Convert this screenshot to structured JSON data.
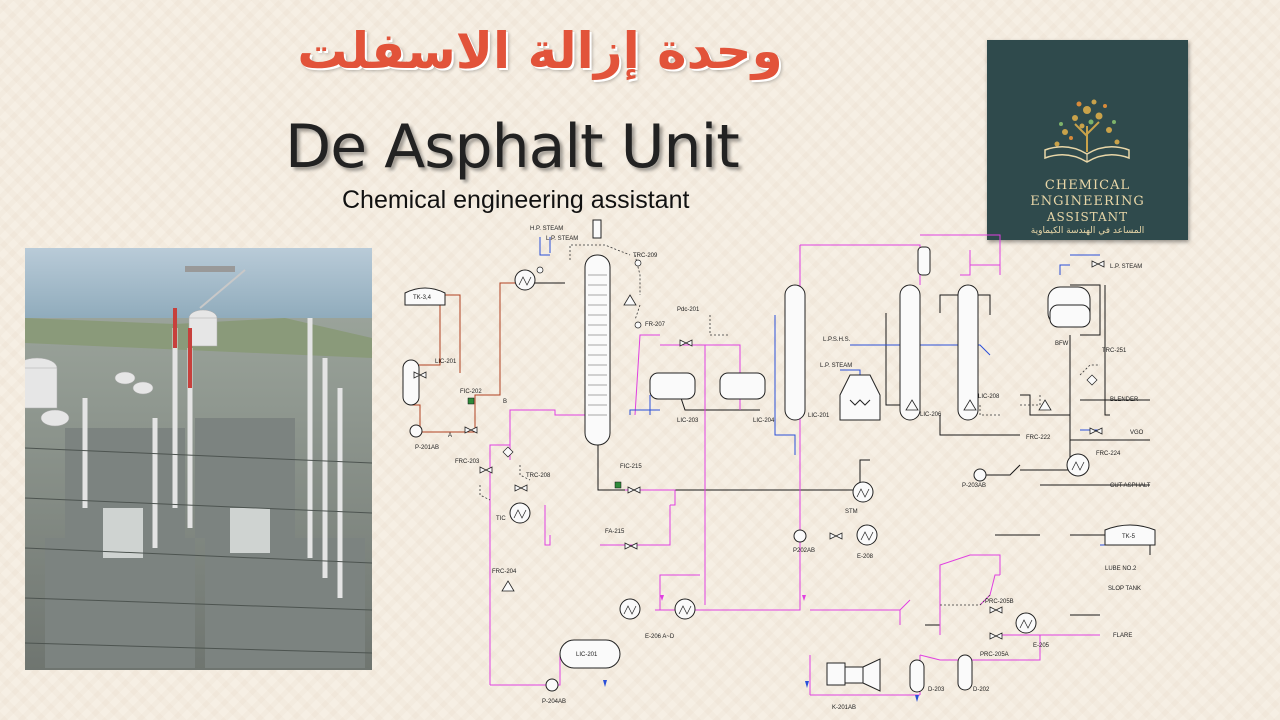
{
  "header": {
    "arabic_title": "وحدة إزالة الاسفلت",
    "english_title": "De Asphalt Unit",
    "subtitle": "Chemical engineering assistant"
  },
  "logo": {
    "line1": "CHEMICAL",
    "line2": "ENGINEERING",
    "line3": "ASSISTANT",
    "arabic": "المساعد في الهندسة الكيماوية",
    "icon": "open-book-tree-icon"
  },
  "photo": {
    "subject": "refinery-aerial-photo"
  },
  "pid_labels": {
    "tk34": "TK-3,4",
    "lic201": "LIC-201",
    "fic202": "FIC-202",
    "b": "B",
    "a": "A",
    "p201ab": "P-201AB",
    "frc203": "FRC-203",
    "trc208": "TRC-208",
    "tic": "TIC",
    "frc204": "FRC-204",
    "lic201b": "LIC-201",
    "p204ab": "P-204AB",
    "hp_steam": "H.P. STEAM",
    "lp_steam_top": "L.P. STEAM",
    "trc209": "TRC-209",
    "fr207": "FR-207",
    "pdc201": "Pdc-201",
    "lic203": "LIC-203",
    "lic204": "LIC-204",
    "fic215": "FIC-215",
    "fa215": "FA-215",
    "stm": "STM",
    "e206": "E-206 A~D",
    "lic201c": "LIC-201",
    "lpshs": "L.P.S.H.S.",
    "lp_steam_mid": "L.P. STEAM",
    "lic206": "LIC-206",
    "lic208": "LIC-208",
    "p203ab": "P-203AB",
    "p202ab": "P202AB",
    "e208": "E-208",
    "lp_steam_right": "L.P. STEAM",
    "bfw": "BFW",
    "trc251": "TRC-251",
    "blender": "BLENDER",
    "frc222": "FRC-222",
    "vgo": "VGO",
    "frc224": "FRC-224",
    "cut_asphalt": "CUT ASPHALT",
    "tk5": "TK-5",
    "lube_no2": "LUBE NO.2",
    "slop_tank": "SLOP TANK",
    "prc205b": "PRC-205B",
    "prc205a": "PRC-205A",
    "e205": "E-205",
    "flare": "FLARE",
    "d203": "D-203",
    "d202": "D-202",
    "k201ab": "K-201AB"
  },
  "colors": {
    "title_red": "#e2533a",
    "logo_bg": "#2f4a4c",
    "logo_text": "#e9d7a8",
    "line_magenta": "#e040e0",
    "line_blue": "#2a4fd8",
    "line_brown": "#b04020",
    "line_black": "#1a1a1a"
  }
}
